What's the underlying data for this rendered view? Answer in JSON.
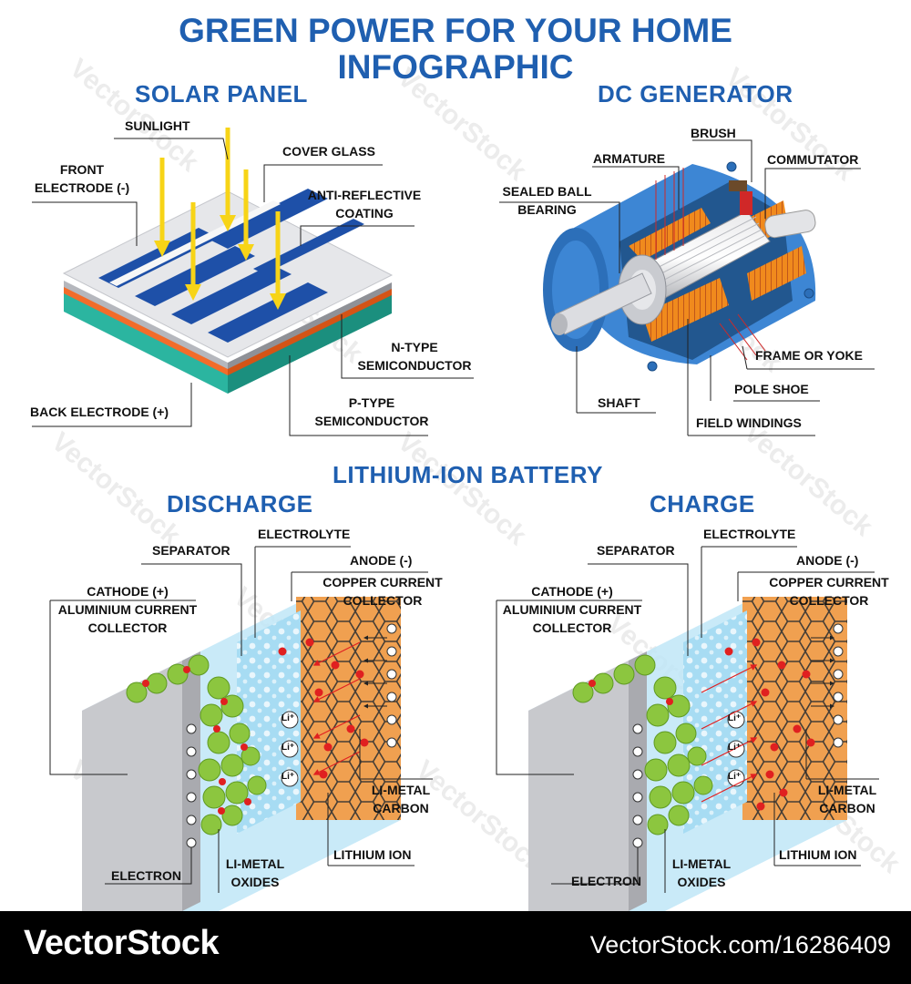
{
  "title": {
    "line1": "GREEN POWER FOR YOUR HOME",
    "line2": "INFOGRAPHIC"
  },
  "solar": {
    "heading": "SOLAR PANEL",
    "sunlight": "SUNLIGHT",
    "front_electrode_1": "FRONT",
    "front_electrode_2": "ELECTRODE (-)",
    "cover_glass": "COVER GLASS",
    "anti_reflective_1": "ANTI-REFLECTIVE",
    "anti_reflective_2": "COATING",
    "n_type_1": "N-TYPE",
    "n_type_2": "SEMICONDUCTOR",
    "p_type_1": "P-TYPE",
    "p_type_2": "SEMICONDUCTOR",
    "back_electrode": "BACK ELECTRODE (+)"
  },
  "dc": {
    "heading": "DC GENERATOR",
    "brush": "BRUSH",
    "armature": "ARMATURE",
    "commutator": "COMMUTATOR",
    "sealed_ball_1": "SEALED BALL",
    "sealed_ball_2": "BEARING",
    "frame": "FRAME OR YOKE",
    "pole_shoe": "POLE SHOE",
    "shaft": "SHAFT",
    "field_windings": "FIELD WINDINGS"
  },
  "battery": {
    "heading": "LITHIUM-ION BATTERY",
    "ion_symbol": "Li⁺",
    "discharge": {
      "heading": "DISCHARGE",
      "separator": "SEPARATOR",
      "electrolyte": "ELECTROLYTE",
      "anode": "ANODE (-)",
      "copper_1": "COPPER CURRENT",
      "copper_2": "COLLECTOR",
      "cathode": "CATHODE (+)",
      "aluminium_1": "ALUMINIUM CURRENT",
      "aluminium_2": "COLLECTOR",
      "li_metal_carbon_1": "LI-METAL",
      "li_metal_carbon_2": "CARBON",
      "lithium_ion": "LITHIUM ION",
      "electron": "ELECTRON",
      "li_metal_oxides_1": "LI-METAL",
      "li_metal_oxides_2": "OXIDES"
    },
    "charge": {
      "heading": "CHARGE",
      "separator": "SEPARATOR",
      "electrolyte": "ELECTROLYTE",
      "anode": "ANODE (-)",
      "copper_1": "COPPER CURRENT",
      "copper_2": "COLLECTOR",
      "cathode": "CATHODE (+)",
      "aluminium_1": "ALUMINIUM CURRENT",
      "aluminium_2": "COLLECTOR",
      "li_metal_carbon_1": "LI-METAL",
      "li_metal_carbon_2": "CARBON",
      "lithium_ion": "LITHIUM ION",
      "electron": "ELECTRON",
      "li_metal_oxides_1": "LI-METAL",
      "li_metal_oxides_2": "OXIDES"
    }
  },
  "footer": {
    "brand": "VectorStock",
    "url": "VectorStock.com/16286409",
    "watermark": "VectorStock"
  },
  "colors": {
    "title_blue": "#1f5fb0",
    "panel_blue": "#1e50a8",
    "sun_yellow": "#f7d417",
    "p_layer_orange": "#f26c2a",
    "n_layer_teal": "#2bb5a0",
    "motor_blue": "#3d86d4",
    "anode_orange": "#f0a050",
    "electrolyte_blue": "#bfe6f7",
    "oxide_green": "#8cc63f",
    "ion_red": "#e02020"
  }
}
